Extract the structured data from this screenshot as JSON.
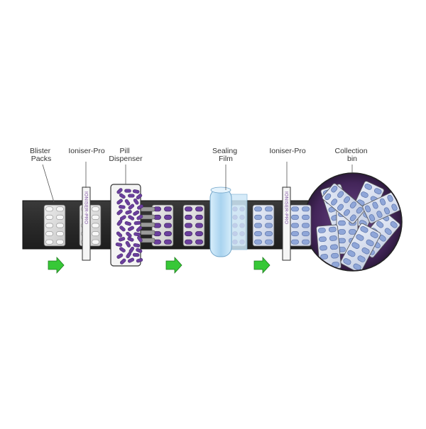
{
  "labels": {
    "blister_packs": [
      "Blister",
      "Packs"
    ],
    "ioniser_1": "Ioniser-Pro",
    "pill_dispenser": [
      "Pill",
      "Dispenser"
    ],
    "sealing_film": [
      "Sealing",
      "Film"
    ],
    "ioniser_2": "Ioniser-Pro",
    "collection_bin": [
      "Collection",
      "bin"
    ]
  },
  "ioniser_bar_text": "IONISER-PRO",
  "icons": {
    "flow_arrow": "flow-arrow-icon"
  },
  "colors": {
    "conveyor": "#2f2f2f",
    "pill": "#6b3f9e",
    "pill_sealed": "#8fa6d8",
    "arrow": "#37c837",
    "bin": "#4d2d66",
    "film": "#bfe0f5"
  }
}
